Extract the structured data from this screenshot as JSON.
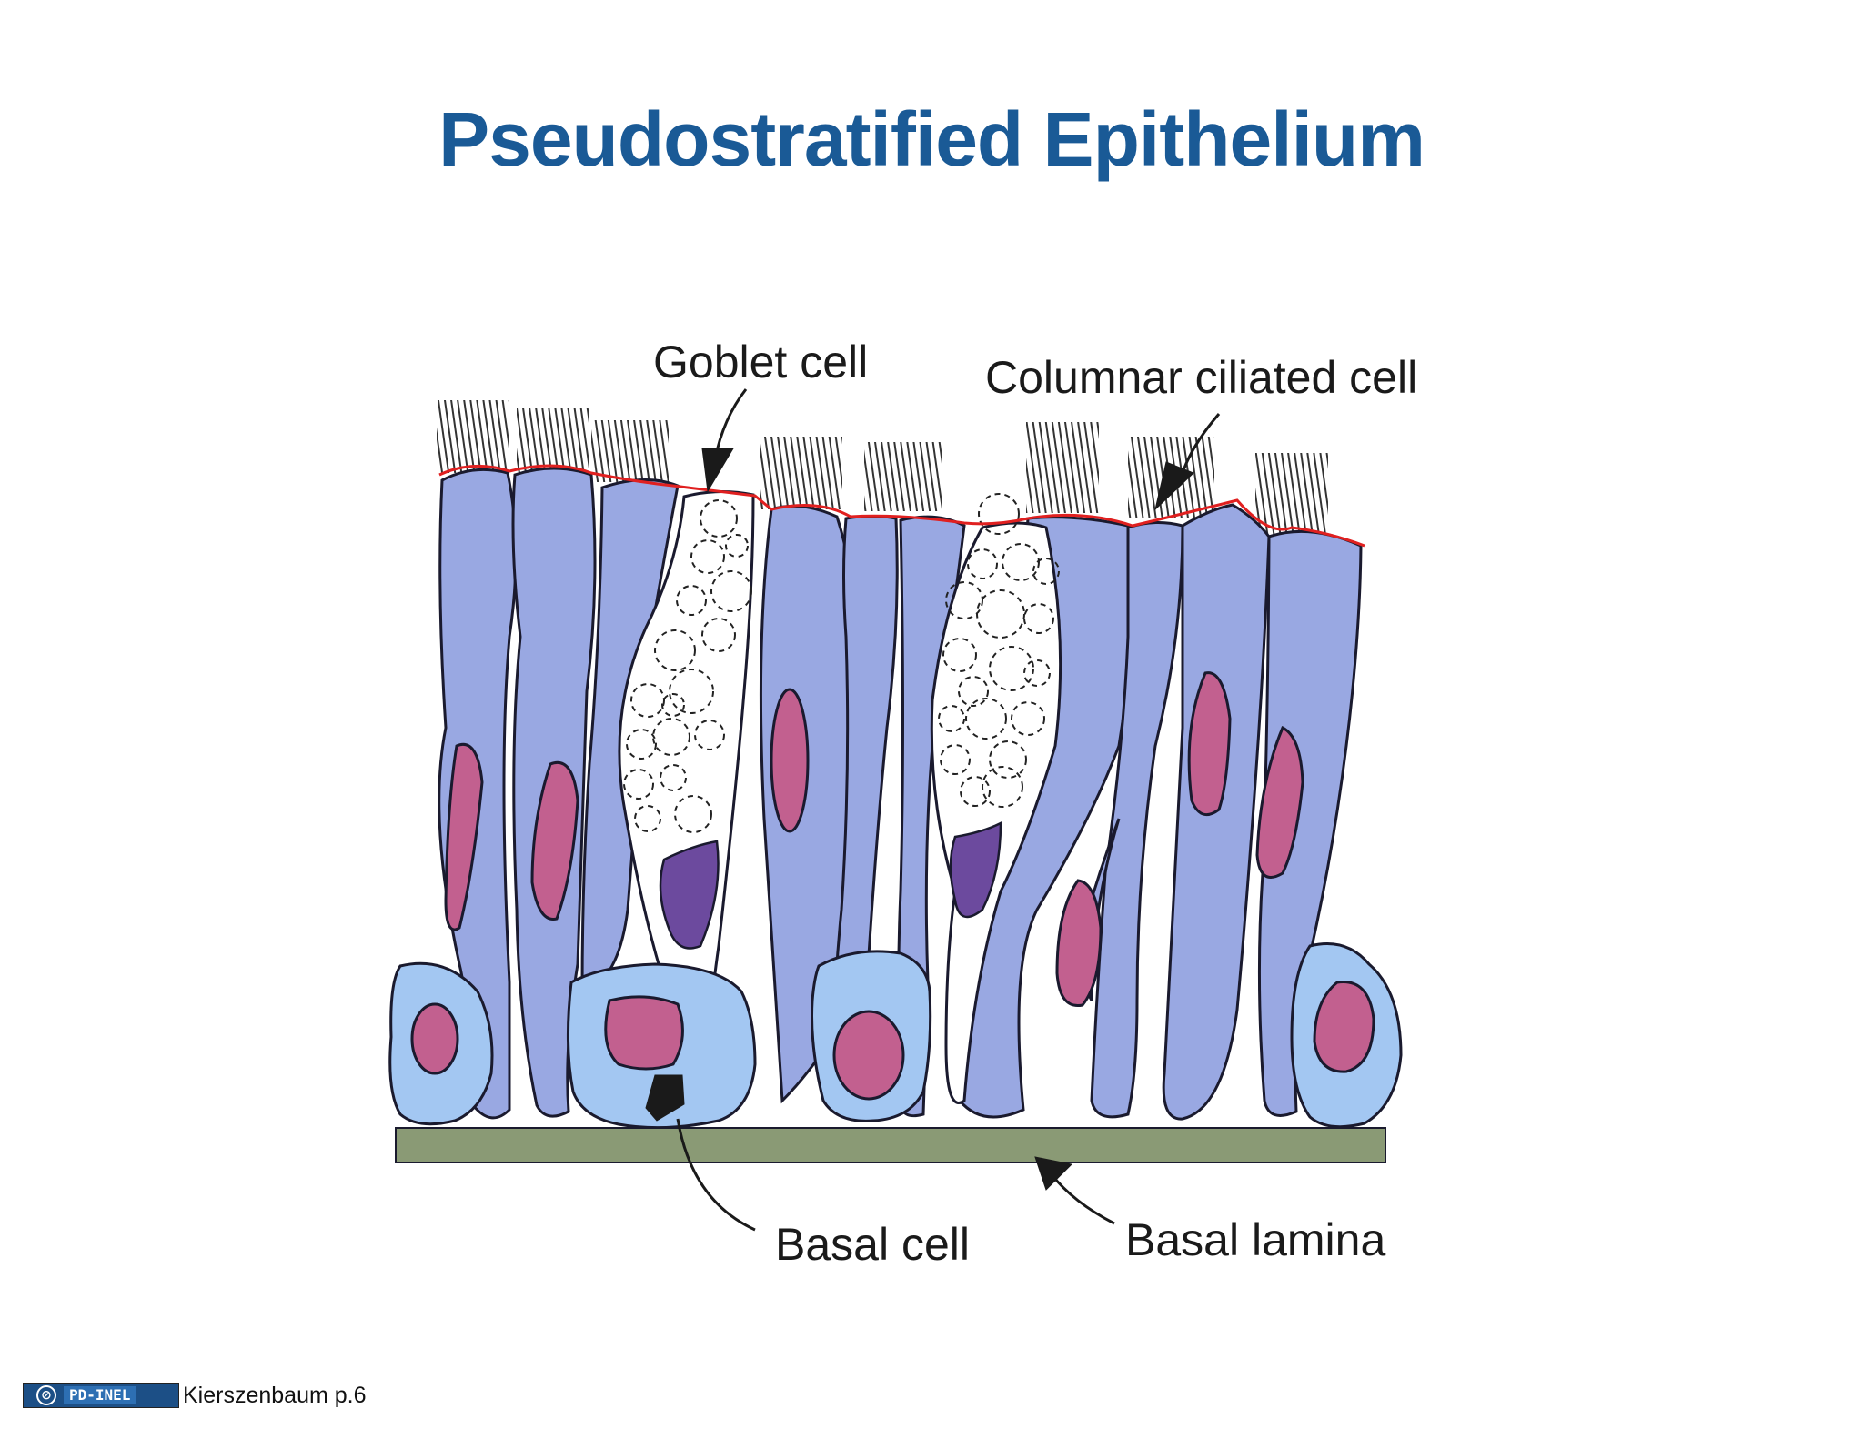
{
  "title": "Pseudostratified Epithelium",
  "labels": {
    "goblet": "Goblet cell",
    "columnar": "Columnar ciliated cell",
    "basal_cell": "Basal cell",
    "basal_lamina": "Basal lamina"
  },
  "footer": {
    "badge": "PD-INEL",
    "citation": "Kierszenbaum p.6"
  },
  "colors": {
    "title": "#1a5a96",
    "columnar_cell": "#99a8e2",
    "basal_cell": "#a3c7f2",
    "nucleus": "#c2608f",
    "goblet_nucleus": "#6c4a9e",
    "basal_lamina": "#8a9a75",
    "apical_surface": "#e02020"
  }
}
